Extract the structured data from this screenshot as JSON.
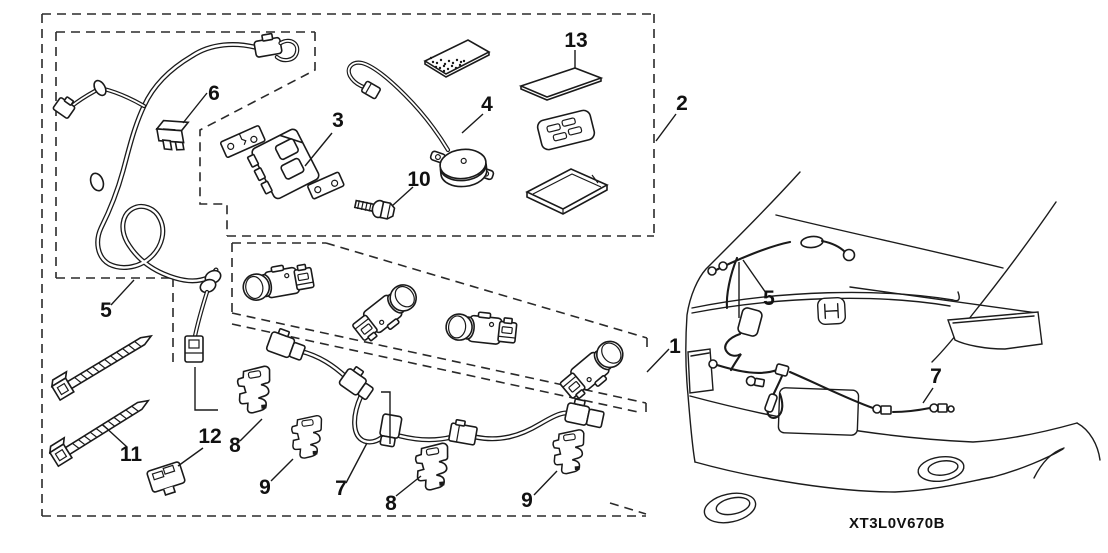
{
  "diagram": {
    "part_code": "XT3L0V670B",
    "callouts": {
      "sensor_assembly": "1",
      "attachment_kit": "2",
      "control_unit": "3",
      "buzzer": "4",
      "trunk_sub_harness": "5",
      "trunk_sub_harness_car": "5",
      "fuse_holder": "6",
      "bumper_sub_harness": "7",
      "bumper_sub_harness_car": "7",
      "clip_a_left": "8",
      "clip_a_center": "8",
      "clip_b_left": "9",
      "clip_b_right": "9",
      "flange_bolt": "10",
      "wire_ties": "11",
      "harness_clip": "12",
      "sensor_template": "13"
    },
    "colors": {
      "ink": "#1a1a1a",
      "background": "#ffffff"
    }
  }
}
